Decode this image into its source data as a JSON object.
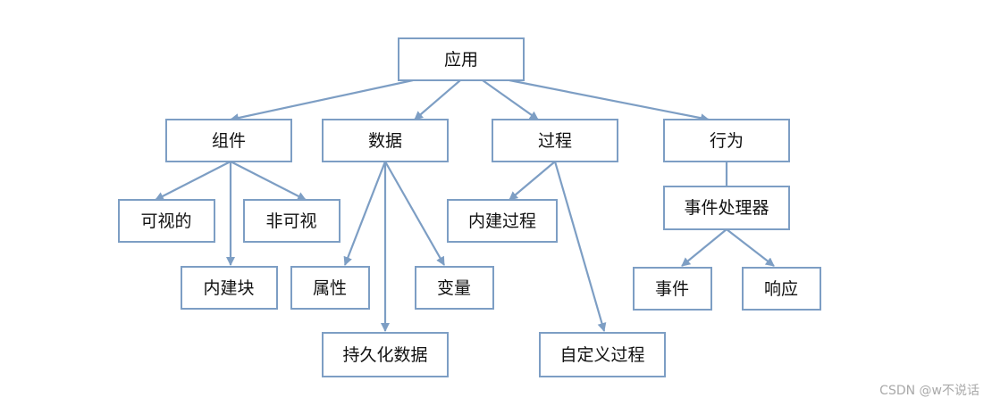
{
  "colors": {
    "line": "#7d9ec4",
    "box_border": "#7d9ec4",
    "box_fill": "#ffffff",
    "text": "#111111",
    "watermark": "#a9a9a9"
  },
  "nodes": {
    "app": "应用",
    "components": "组件",
    "data": "数据",
    "procedures": "过程",
    "behavior": "行为",
    "visible": "可视的",
    "nonvisible": "非可视",
    "builtin_blocks": "内建块",
    "properties": "属性",
    "variables": "变量",
    "persistent_data": "持久化数据",
    "builtin_procedures": "内建过程",
    "custom_procedures": "自定义过程",
    "event_handler": "事件处理器",
    "event": "事件",
    "response": "响应"
  },
  "watermark": "CSDN @w不说话"
}
